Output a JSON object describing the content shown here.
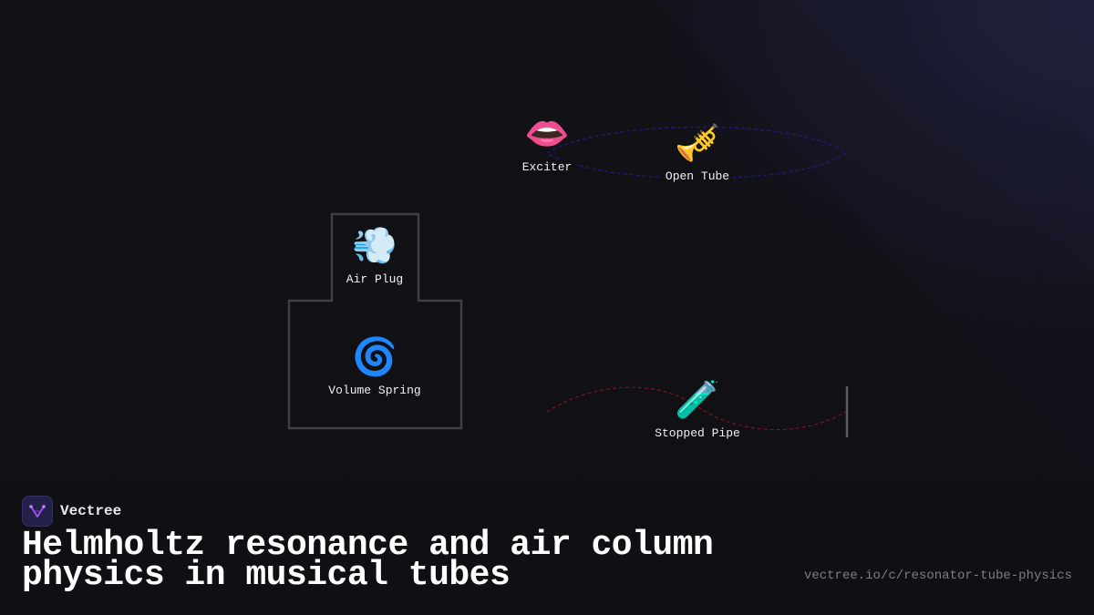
{
  "diagram": {
    "nodes": [
      {
        "id": "exciter",
        "emoji": "👄",
        "label": "Exciter"
      },
      {
        "id": "open_tube",
        "emoji": "🎺",
        "label": "Open Tube"
      },
      {
        "id": "air_plug",
        "emoji": "💨",
        "label": "Air Plug"
      },
      {
        "id": "volume_spring",
        "emoji": "🌀",
        "label": "Volume Spring"
      },
      {
        "id": "stopped_pipe",
        "emoji": "🧪",
        "label": "Stopped Pipe"
      }
    ],
    "colors": {
      "resonator_outline": "#3f3f46",
      "open_tube_wave": "#1e1b6e",
      "stopped_pipe_wave": "#7a1426",
      "pipe_end": "#5a5a62"
    }
  },
  "brand": {
    "name": "Vectree",
    "logo_icon": "vectree-logo-icon",
    "logo_color": "#a855f7"
  },
  "title": "Helmholtz resonance and air column physics in musical tubes",
  "url": "vectree.io/c/resonator-tube-physics"
}
